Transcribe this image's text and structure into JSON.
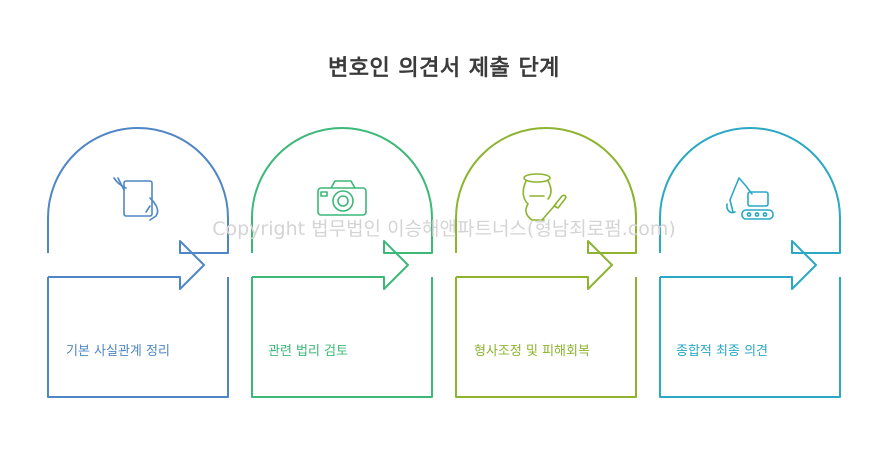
{
  "title": "변호인 의견서 제출 단계",
  "watermark": "Copyright 법무법인 이승해앤파트너스(형남죄로펌.com)",
  "steps": [
    {
      "label": "기본 사실관계 정리",
      "icon": "hand-holding-document-icon",
      "color": "#4f86c6"
    },
    {
      "label": "관련 법리 검토",
      "icon": "camera-icon",
      "color": "#3cb878"
    },
    {
      "label": "형사조정 및 피해회복",
      "icon": "pottery-brush-icon",
      "color": "#8db32f"
    },
    {
      "label": "종합적 최종 의견",
      "icon": "excavator-icon",
      "color": "#2aa8c4"
    }
  ]
}
